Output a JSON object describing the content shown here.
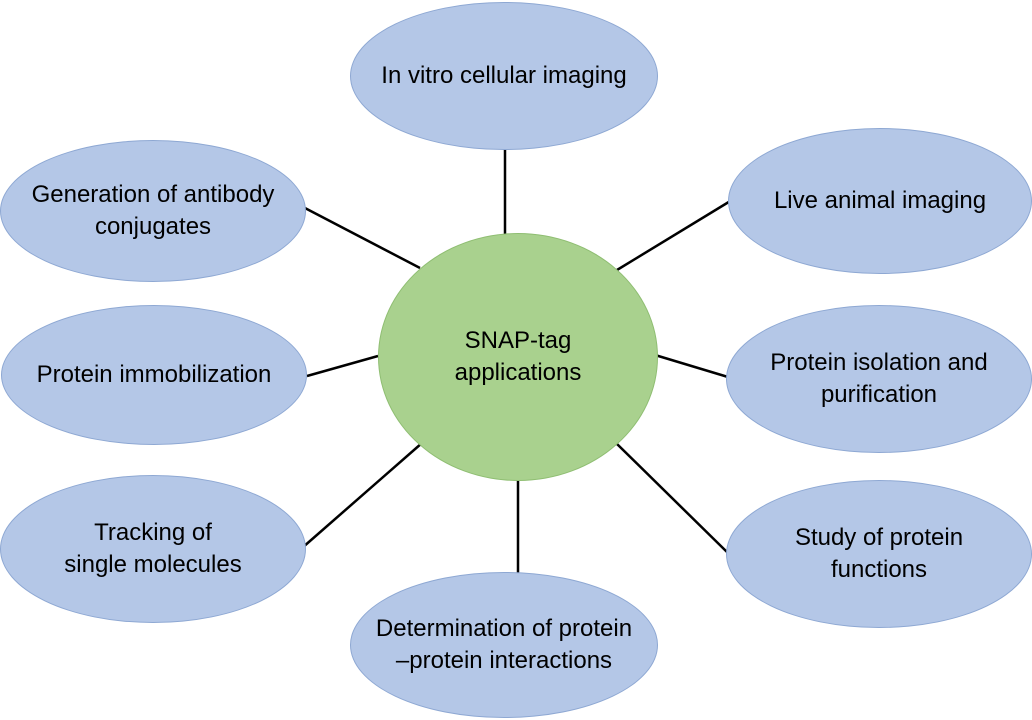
{
  "center": {
    "label": "SNAP-tag\napplications"
  },
  "nodes": {
    "top": "In vitro cellular imaging",
    "upper_left": "Generation of antibody\nconjugates",
    "upper_right": "Live animal imaging",
    "middle_left": "Protein immobilization",
    "middle_right": "Protein isolation and\npurification",
    "lower_left": "Tracking of\nsingle molecules",
    "lower_right": "Study of protein\nfunctions",
    "bottom": "Determination of protein\n–protein interactions"
  },
  "colors": {
    "center_fill": "#a9d18e",
    "node_fill": "#b4c7e7",
    "node_border": "#8ea8d3",
    "connector": "#000000"
  }
}
